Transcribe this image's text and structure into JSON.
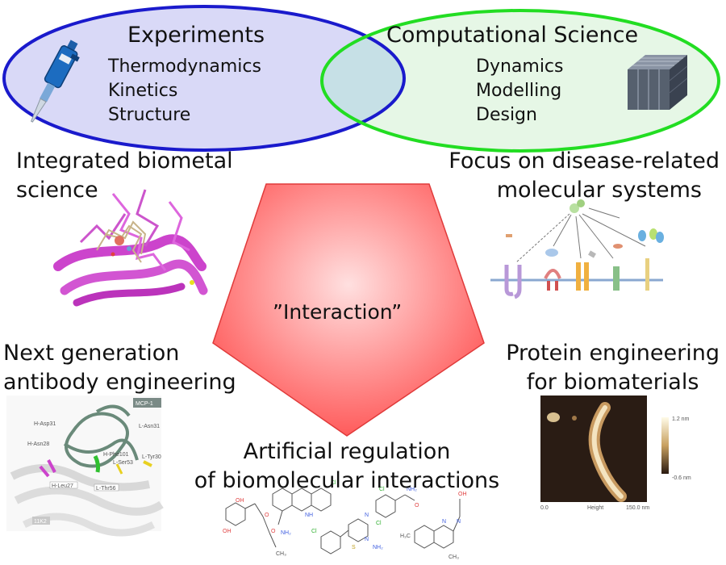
{
  "venn": {
    "left": {
      "title": "Experiments",
      "items": [
        "Thermodynamics",
        "Kinetics",
        "Structure"
      ],
      "fill": "#d9d9f7",
      "stroke": "#1a1acc"
    },
    "right": {
      "title": "Computational Science",
      "items": [
        "Dynamics",
        "Modelling",
        "Design"
      ],
      "fill": "#e6f7e6",
      "stroke": "#22dd22"
    },
    "overlap_fill": "#c6e0e6"
  },
  "center": {
    "label": "”Interaction”",
    "color_light": "#ffe0e0",
    "color_dark": "#ff5050"
  },
  "topics": {
    "biometal": [
      "Integrated biometal",
      "science"
    ],
    "disease": [
      "Focus on disease-related",
      "molecular systems"
    ],
    "antibody": [
      "Next generation",
      "antibody engineering"
    ],
    "protein": [
      "Protein engineering",
      "for biomaterials"
    ],
    "regulation": [
      "Artificial regulation",
      "of biomolecular interactions"
    ]
  },
  "afm": {
    "scale_max": "1.2 nm",
    "scale_min": "-0.6 nm",
    "axis_start": "0.0",
    "axis_mid": "Height",
    "axis_end": "150.0 nm"
  },
  "antibody_image": {
    "labels": [
      "MCP-1",
      "H-Asp31",
      "H-Asn28",
      "H-Leu27",
      "H-Phe101",
      "L-Ser53",
      "L-Thr56",
      "L-Asn31",
      "L-Tyr30",
      "11K2"
    ]
  },
  "molecules": {
    "atom_labels": [
      "OH",
      "OH",
      "O",
      "CH₃",
      "O",
      "NH₂",
      "NH",
      "Cl",
      "Cl",
      "N",
      "N",
      "S",
      "NH₂",
      "Cl",
      "Cl",
      "NH₂",
      "O",
      "N",
      "N",
      "OH",
      "H₃C",
      "CH₃"
    ]
  }
}
